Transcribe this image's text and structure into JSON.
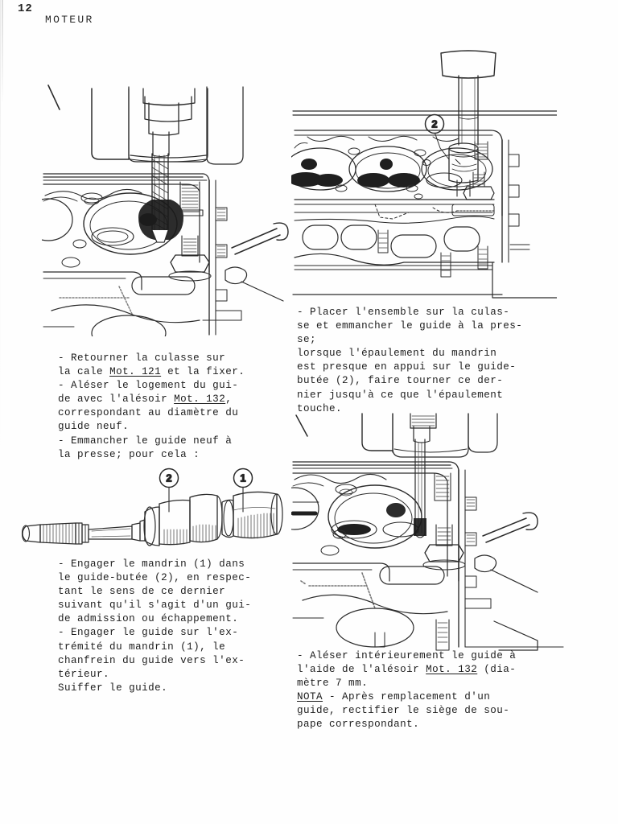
{
  "header": {
    "page_number": "12",
    "section_title": "MOTEUR"
  },
  "text_blocks": {
    "top_left": {
      "lines": [
        "- Retourner la culasse sur",
        "la cale Mot. 121 et la fixer.",
        "- Aléser le logement du gui-",
        "de avec l'alésoir Mot. 132,",
        "correspondant au diamètre du",
        "guide neuf.",
        "- Emmancher le guide neuf à",
        "la presse; pour cela :"
      ],
      "underlined_terms": [
        "Mot. 121",
        "Mot. 132"
      ]
    },
    "top_right": {
      "lines": [
        "- Placer l'ensemble sur la culas-",
        "se et emmancher le guide à la pres-",
        "se;",
        "lorsque l'épaulement du mandrin",
        "est presque en appui sur le guide-",
        "butée (2), faire tourner ce der-",
        "nier jusqu'à ce que l'épaulement",
        "touche."
      ]
    },
    "mid_left": {
      "lines": [
        "- Engager le mandrin (1) dans",
        "le guide-butée (2), en respec-",
        "tant le sens de ce dernier",
        "suivant qu'il s'agit d'un gui-",
        "de admission ou échappement.",
        "- Engager le guide sur l'ex-",
        "trémité du mandrin (1), le",
        "chanfrein du guide vers l'ex-",
        "térieur.",
        "Suiffer le guide."
      ]
    },
    "bottom_right": {
      "lines": [
        "- Aléser intérieurement le guide à",
        "l'aide de l'alésoir Mot. 132 (dia-",
        "mètre 7 mm."
      ],
      "underlined_terms": [
        "Mot. 132"
      ]
    },
    "nota": {
      "label": "NOTA",
      "lines": [
        "NOTA - Après remplacement d'un",
        "guide, rectifier le siège de sou-",
        "pape correspondant."
      ]
    }
  },
  "figures": {
    "fig_drill_ream": {
      "name": "Aléser le logement du guide à l'alésoir sur perceuse",
      "callouts": []
    },
    "fig_press_head": {
      "name": "Emmancher le guide à la presse sur la culasse",
      "callouts": [
        "2"
      ]
    },
    "fig_mandrel_tool": {
      "name": "Mandrin et guide-butée",
      "callouts": [
        "1",
        "2"
      ]
    },
    "fig_ream_guide": {
      "name": "Aléser intérieurement le guide",
      "callouts": []
    }
  },
  "colors": {
    "paper": "#fefefe",
    "ink": "#1a1a1a",
    "line": "#2b2b2b"
  }
}
